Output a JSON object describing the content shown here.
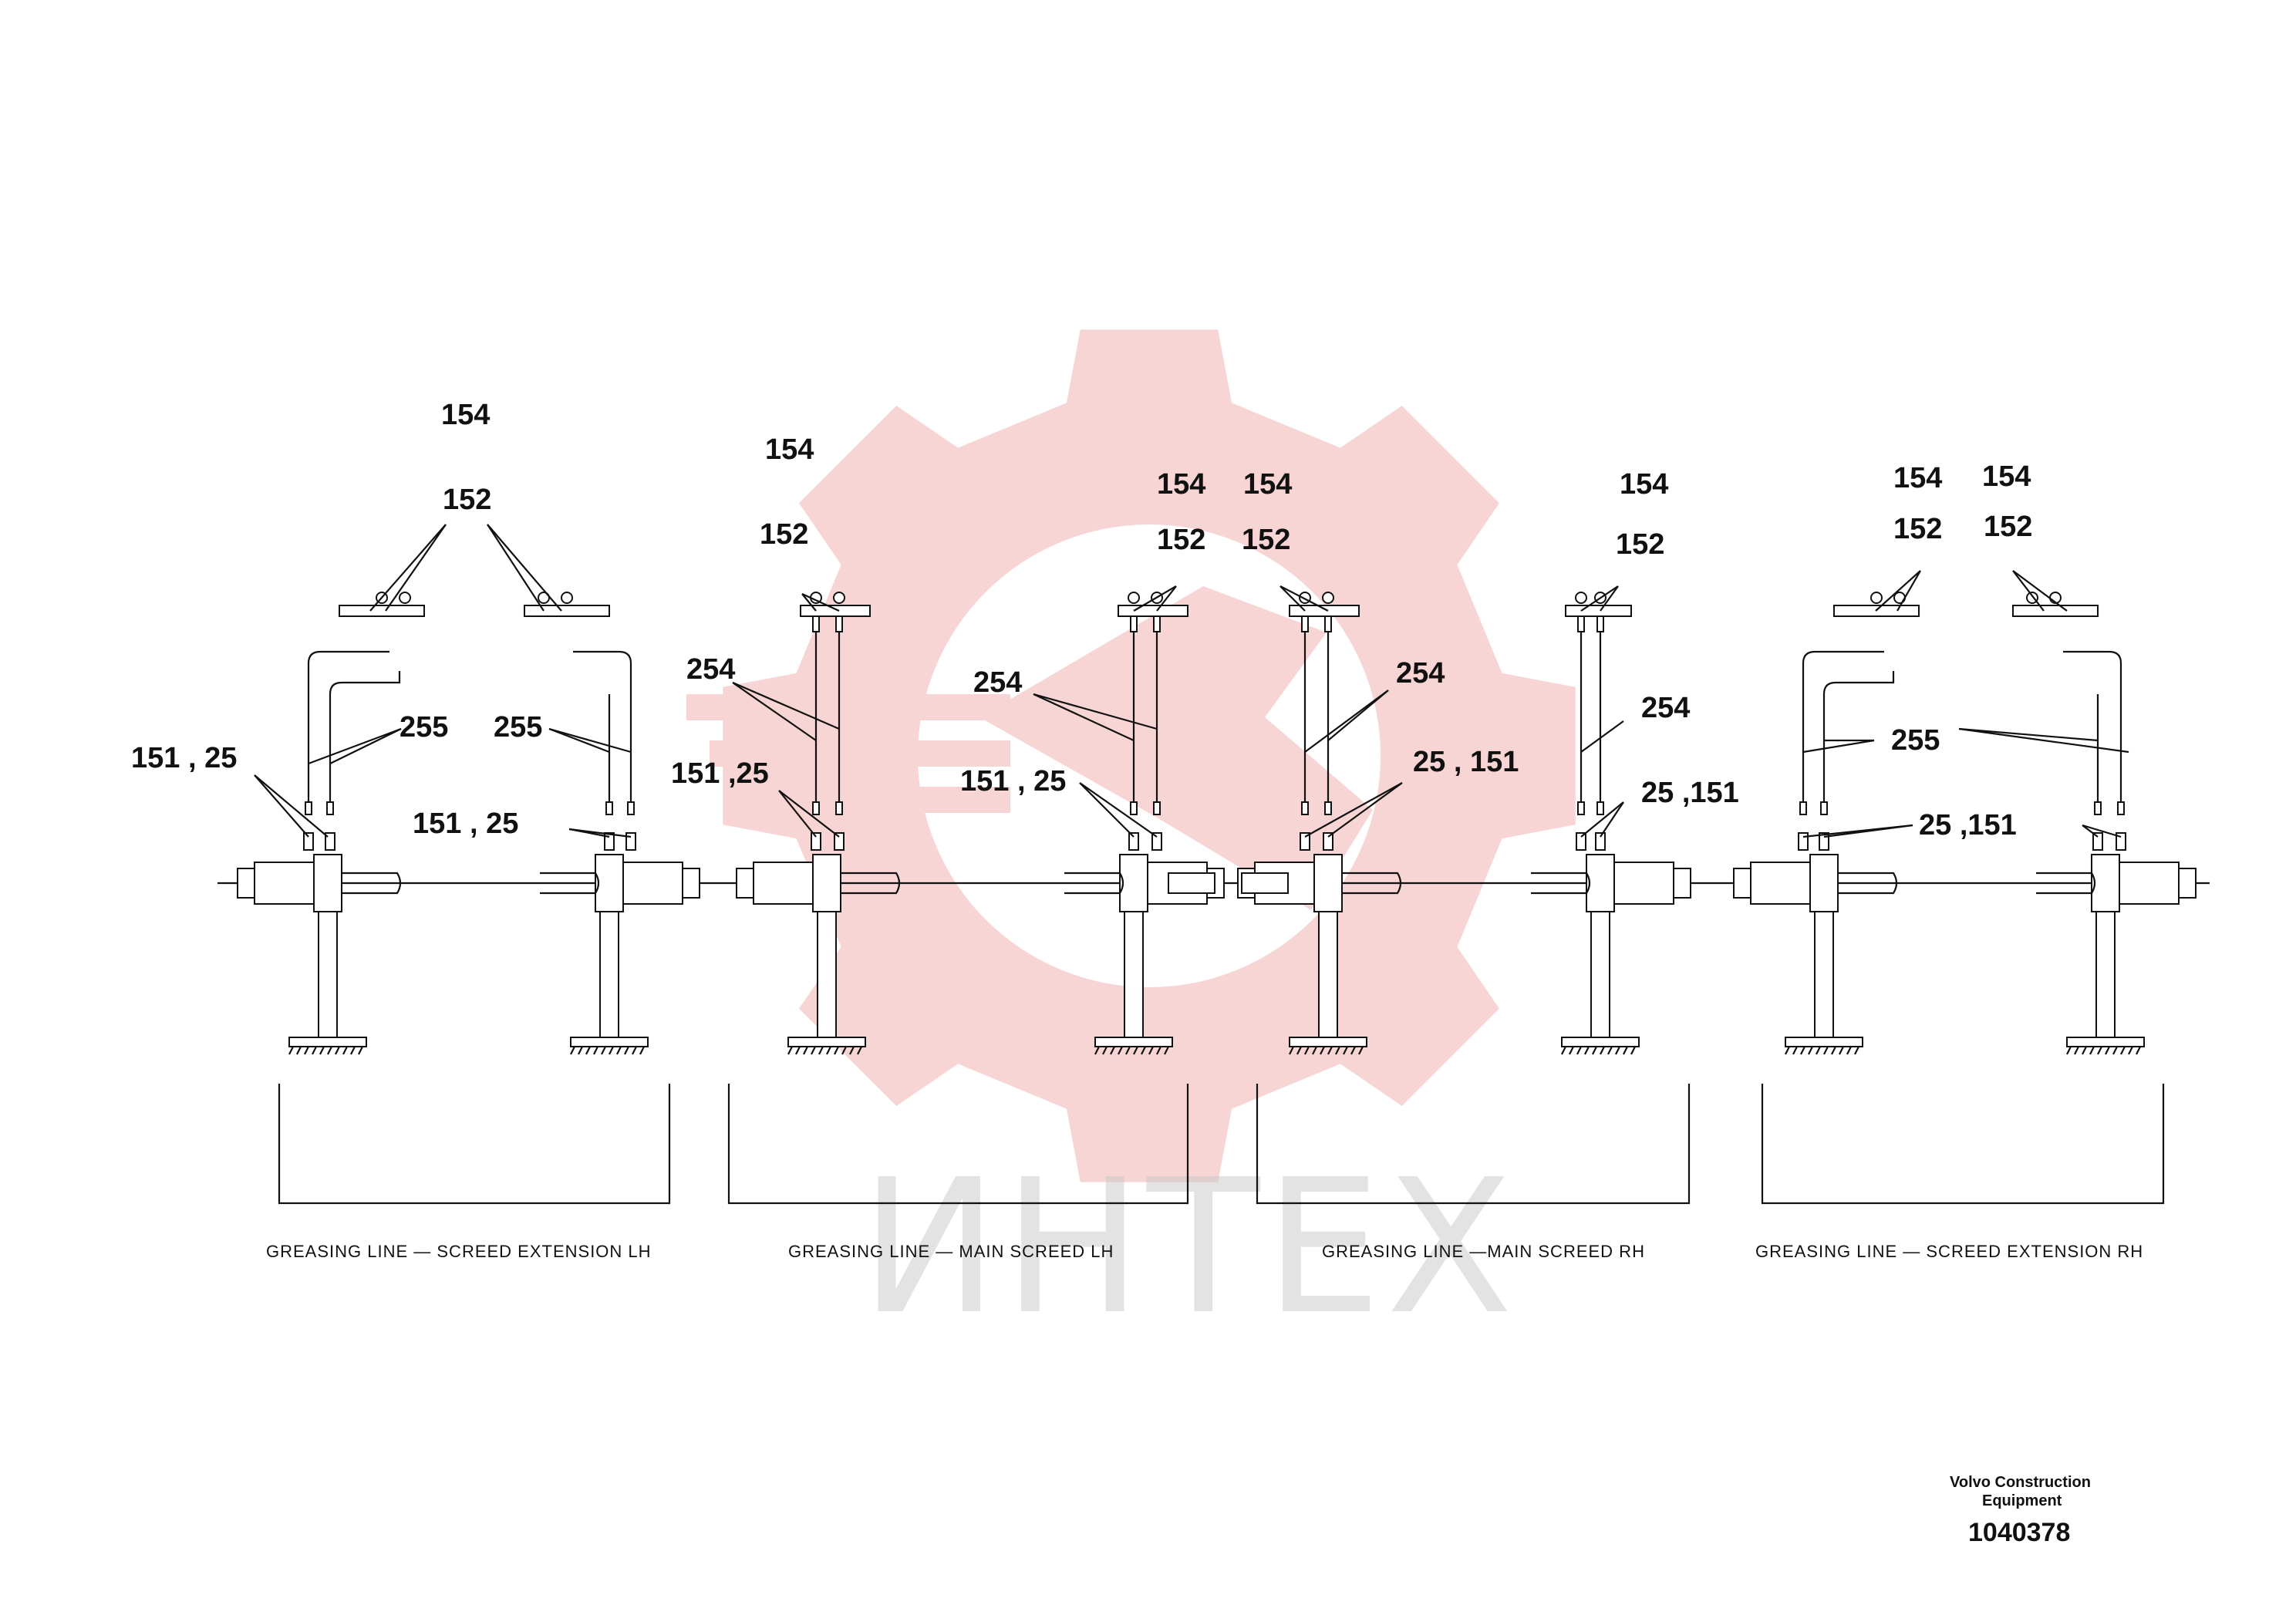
{
  "watermark": {
    "text": "ИНТЕХ",
    "gear_color": "#f3b3b3"
  },
  "sections": [
    {
      "caption": "GREASING  LINE  —  SCREED  EXTENSION  LH"
    },
    {
      "caption": "GREASING  LINE  —  MAIN  SCREED  LH"
    },
    {
      "caption": "GREASING  LINE  —MAIN  SCREED  RH"
    },
    {
      "caption": "GREASING  LINE  —  SCREED  EXTENSION  RH"
    }
  ],
  "callouts": [
    "154",
    "152",
    "255",
    "255",
    "151 , 25",
    "151 ,  25",
    "154",
    "152",
    "254",
    "151 ,25",
    "154",
    "152",
    "254",
    "151 , 25",
    "154",
    "152",
    "254",
    "25 , 151",
    "154",
    "152",
    "254",
    "25 ,151",
    "154",
    "152",
    "154",
    "152",
    "255",
    "25 ,151"
  ],
  "footer": {
    "company_line1": "Volvo Construction",
    "company_line2": "Equipment",
    "part_number": "1040378"
  }
}
